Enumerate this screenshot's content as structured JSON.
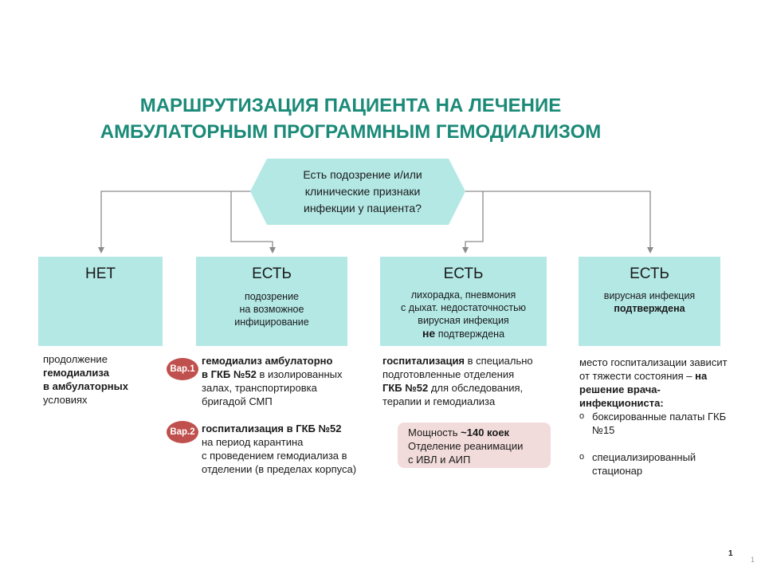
{
  "title": {
    "line1": "МАРШРУТИЗАЦИЯ ПАЦИЕНТА НА ЛЕЧЕНИЕ",
    "line2": "АМБУЛАТОРНЫМ ПРОГРАММНЫМ ГЕМОДИАЛИЗОМ"
  },
  "question": {
    "line1": "Есть подозрение  и/или",
    "line2": "клинические  признаки",
    "line3": "инфекции  у пациента?"
  },
  "boxes": [
    {
      "head": "НЕТ"
    },
    {
      "head": "ЕСТЬ",
      "sub1": "подозрение",
      "sub2": "на возможное",
      "sub3": "инфицирование"
    },
    {
      "head": "ЕСТЬ",
      "sub1": "лихорадка, пневмония",
      "sub2": "с дыхат. недостаточностью",
      "sub3": "вирусная инфекция",
      "sub4_bold": "не",
      "sub4_rest": " подтверждена"
    },
    {
      "head": "ЕСТЬ",
      "sub1": "вирусная инфекция",
      "sub2_bold": "подтверждена"
    }
  ],
  "col1": {
    "l1": "продолжение",
    "l2": "гемодиализа",
    "l3": "в амбулаторных",
    "l4": "условиях"
  },
  "col2": {
    "var1_badge": "Вар.1",
    "var1_l1_bold": "гемодиализ амбулаторно",
    "var1_l2_bold": "в ГКБ №52",
    "var1_l2_rest": " в изолированных",
    "var1_l3": "залах, транспортировка",
    "var1_l4": "бригадой СМП",
    "var2_badge": "Вар.2",
    "var2_l1_bold": "госпитализация  в ГКБ №52",
    "var2_l2": "на период карантина",
    "var2_l3": "с проведением гемодиализа в",
    "var2_l4": "отделении (в пределах корпуса)"
  },
  "col3": {
    "l1_bold": "госпитализация",
    "l1_rest": " в специально",
    "l2": "подготовленные отделения",
    "l3_bold": "ГКБ №52",
    "l3_rest": " для обследования,",
    "l4": "терапии и гемодиализа",
    "cap_l1": "Мощность ",
    "cap_l1_bold": "~140 коек",
    "cap_l2": "Отделение реанимации",
    "cap_l3": "с ИВЛ и АИП"
  },
  "col4": {
    "l1": "место госпитализации зависит",
    "l2": "от тяжести состояния – ",
    "l2_bold": "на",
    "l3_bold": "решение врача-",
    "l4_bold": "инфекциониста:",
    "b1_l1": "боксированные  палаты ГКБ",
    "b1_l2": "№15",
    "b2_l1": "специализированный",
    "b2_l2": "стационар",
    "bullet": "o"
  },
  "footer": {
    "page": "1",
    "page_small": "1"
  },
  "colors": {
    "title": "#1b8a78",
    "box": "#b3e8e5",
    "hexagon": "#b3e8e5",
    "badge": "#c0504d",
    "capacity_bg": "#f2dcdb",
    "connector": "#8c8c8c"
  }
}
